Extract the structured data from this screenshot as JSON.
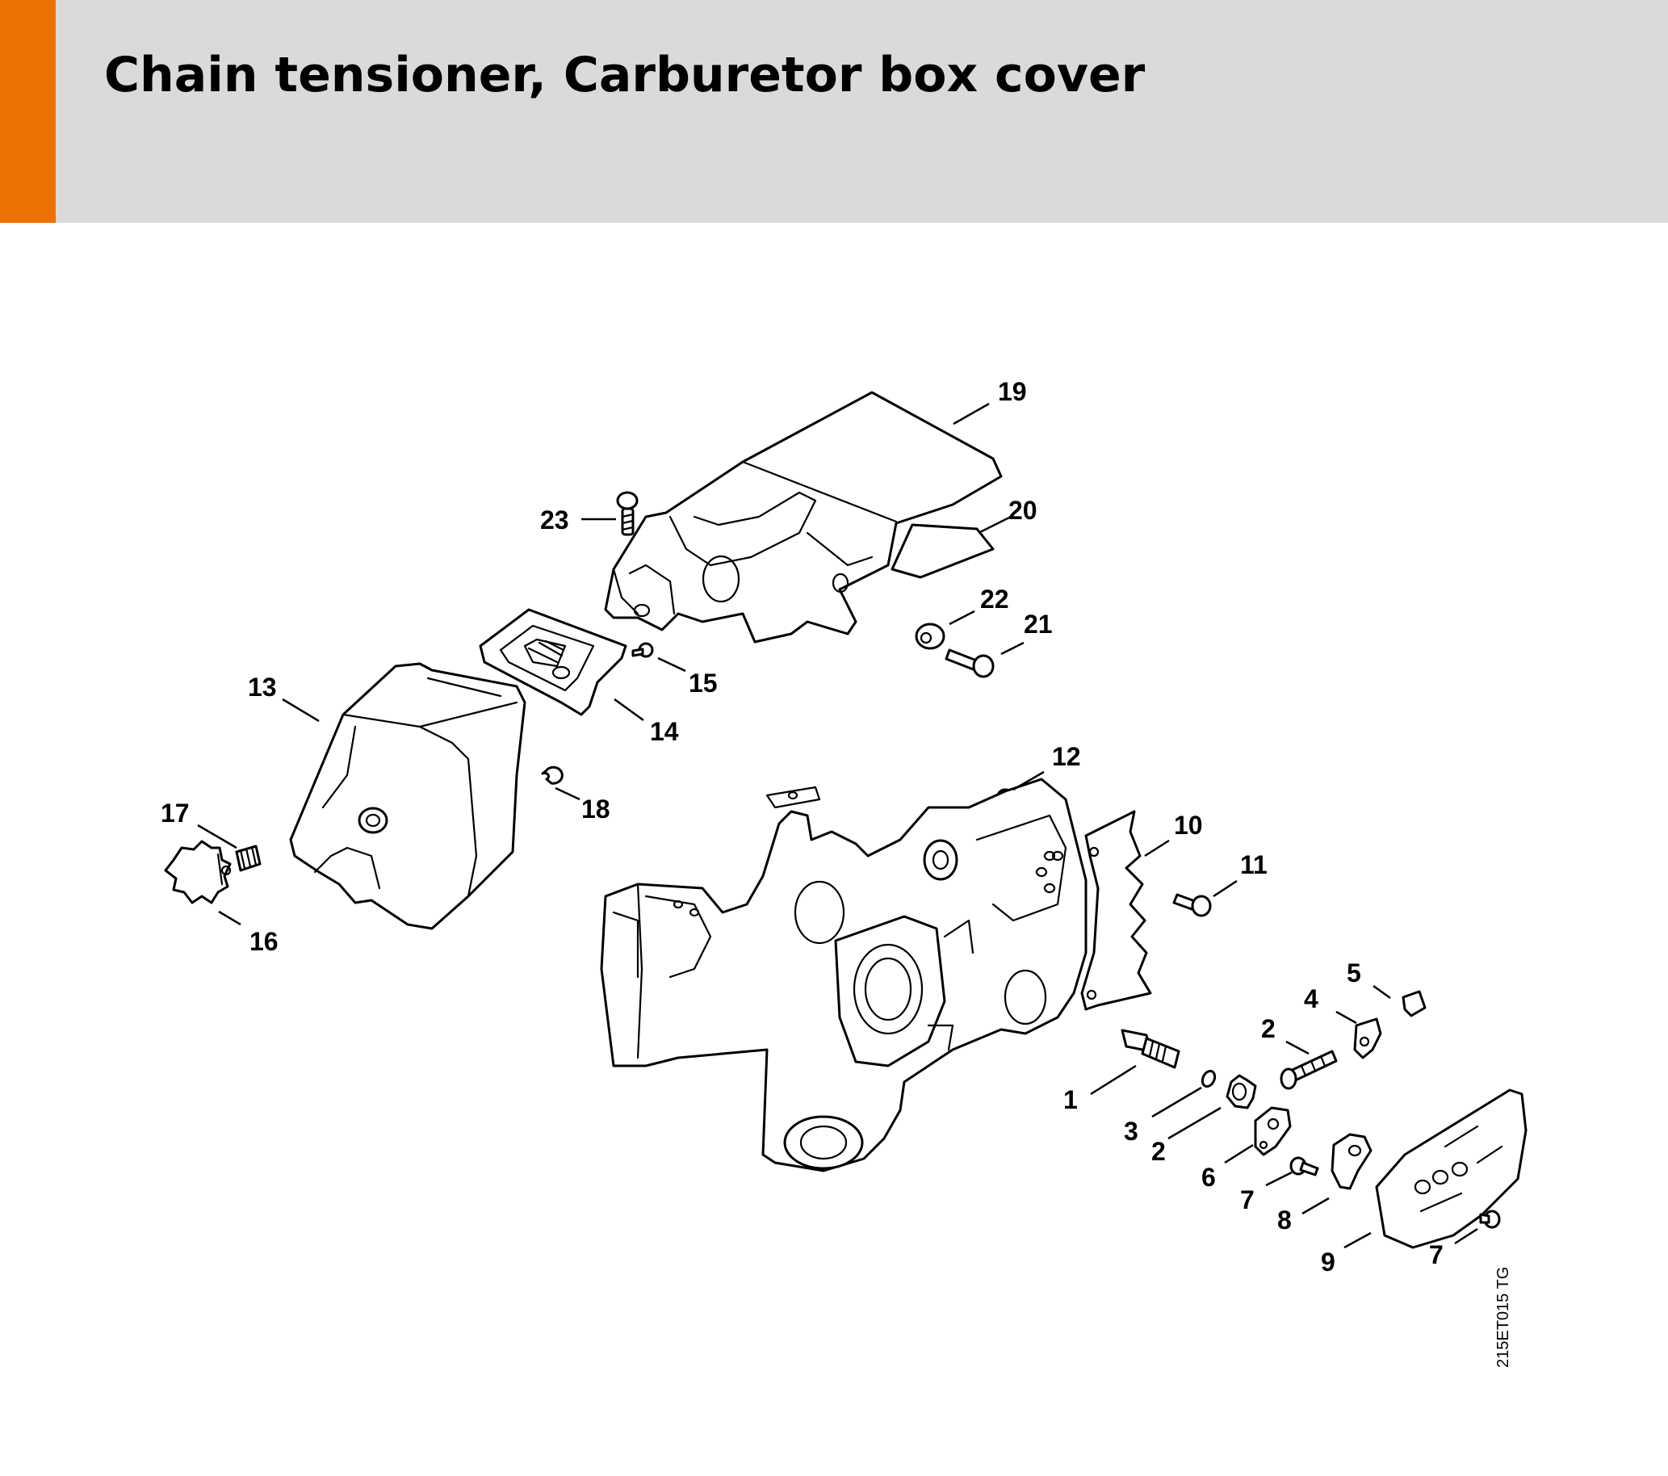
{
  "header": {
    "title": "Chain tensioner, Carburetor box cover",
    "accent_color": "#ee7203",
    "band_color": "#d9dbda"
  },
  "diagram": {
    "reference_code": "215ET015 TG",
    "callouts": {
      "c1": "1",
      "c2a": "2",
      "c2b": "2",
      "c3": "3",
      "c4": "4",
      "c5": "5",
      "c6": "6",
      "c7a": "7",
      "c7b": "7",
      "c8": "8",
      "c9": "9",
      "c10": "10",
      "c11": "11",
      "c12": "12",
      "c13": "13",
      "c14": "14",
      "c15": "15",
      "c16": "16",
      "c17": "17",
      "c18": "18",
      "c19": "19",
      "c20": "20",
      "c21": "21",
      "c22": "22",
      "c23": "23"
    }
  }
}
